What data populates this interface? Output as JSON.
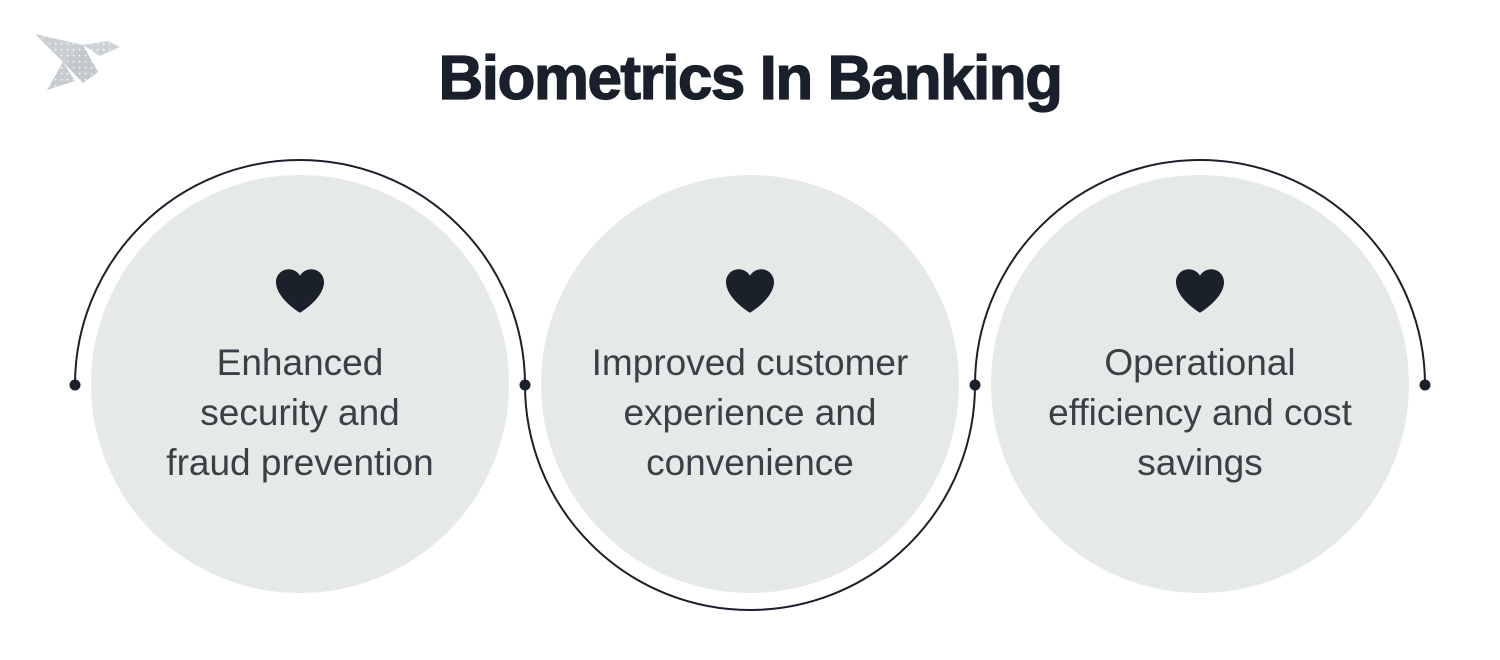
{
  "title": "Biometrics In Banking",
  "logo": {
    "name": "origami-bird-logo"
  },
  "colors": {
    "background": "#ffffff",
    "title_text": "#1a202b",
    "circle_fill": "#e5eae8",
    "body_text": "#3a4046",
    "connector_line": "#1a212b",
    "heart_icon": "#1a212b",
    "logo_gray": "#c6cccf"
  },
  "connector": {
    "style": "alternating semicircle arcs with endpoint dots",
    "dot_count": 4
  },
  "cards": [
    {
      "icon": "heart-icon",
      "lines": [
        "Enhanced",
        "security and",
        "fraud prevention"
      ]
    },
    {
      "icon": "heart-icon",
      "lines": [
        "Improved customer",
        "experience and",
        "convenience"
      ]
    },
    {
      "icon": "heart-icon",
      "lines": [
        "Operational",
        "efficiency and cost",
        "savings"
      ]
    }
  ]
}
